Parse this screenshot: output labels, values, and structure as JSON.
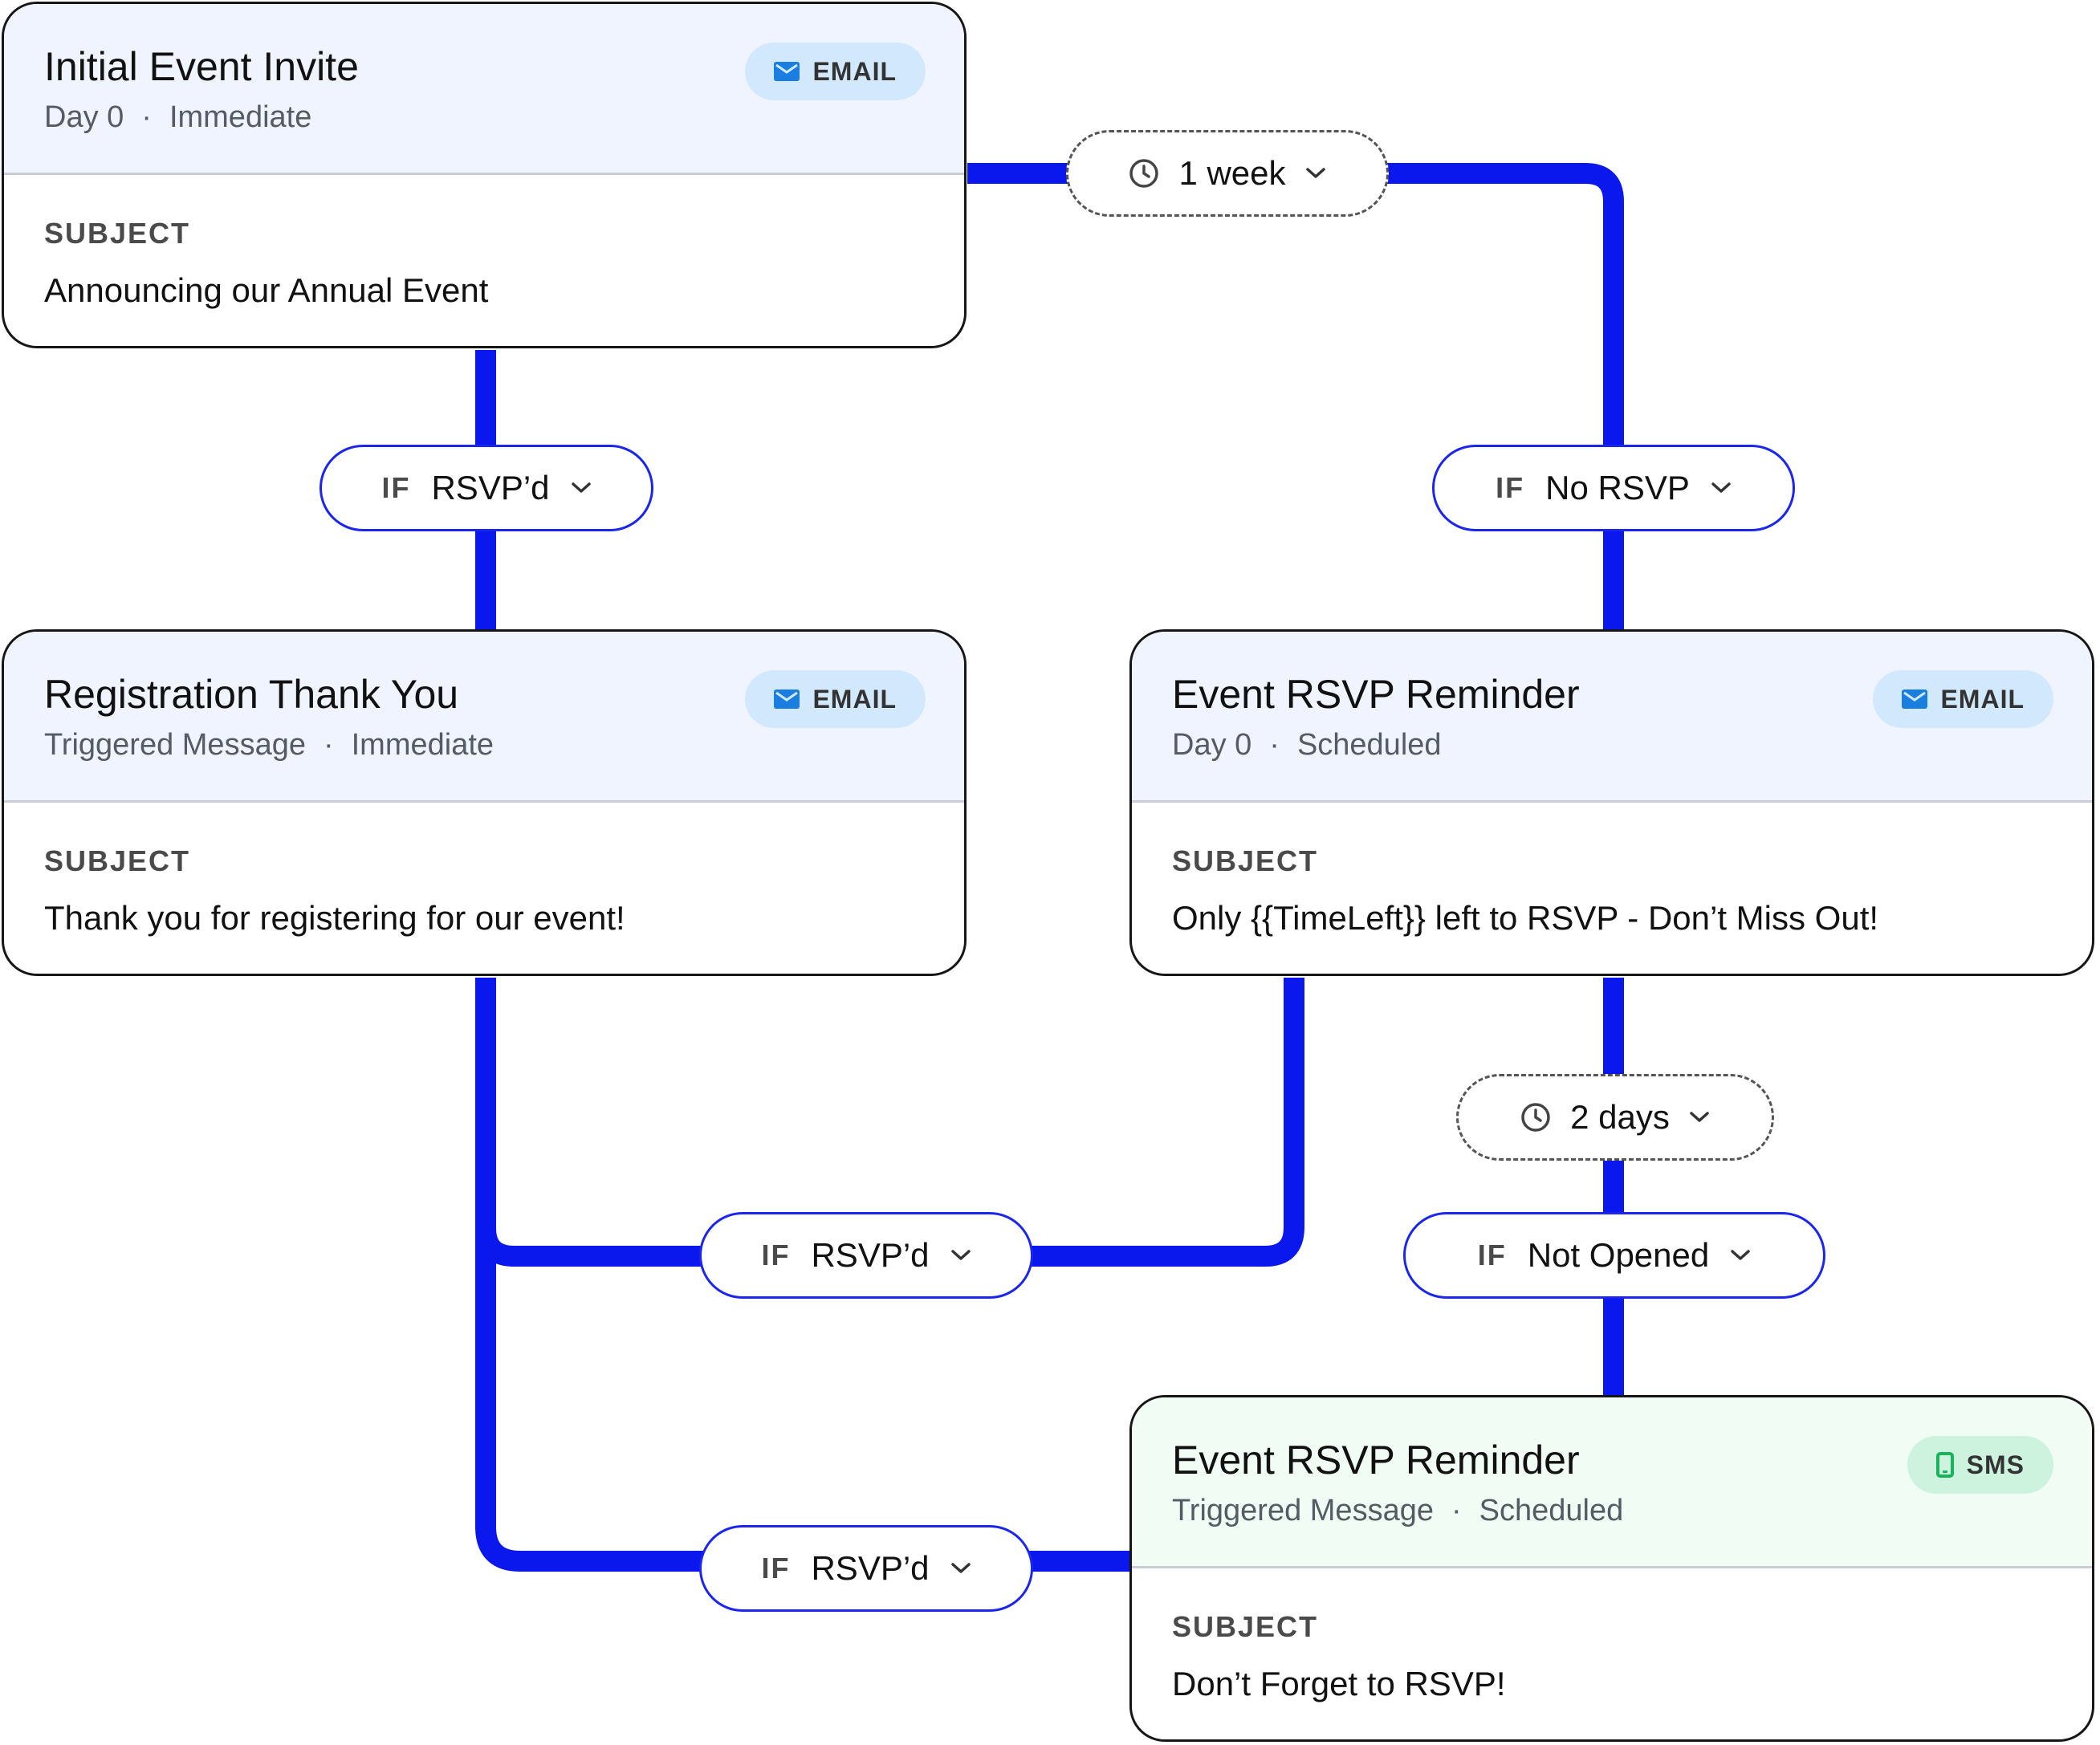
{
  "colors": {
    "connector": "#0a18ee",
    "card_border": "#161616",
    "email_header_bg": "#eff4ff",
    "sms_header_bg": "#f0fcf4",
    "email_badge_bg": "#d2e9fd",
    "sms_badge_bg": "#cdf3df",
    "email_icon": "#1a7ee0",
    "sms_icon": "#18b35a"
  },
  "cards": [
    {
      "title": "Initial Event Invite",
      "meta_left": "Day 0",
      "meta_right": "Immediate",
      "channel": "EMAIL",
      "channel_icon": "envelope-icon",
      "subject_label": "SUBJECT",
      "subject": "Announcing our Annual Event"
    },
    {
      "title": "Registration Thank You",
      "meta_left": "Triggered Message",
      "meta_right": "Immediate",
      "channel": "EMAIL",
      "channel_icon": "envelope-icon",
      "subject_label": "SUBJECT",
      "subject": "Thank you for registering for our event!"
    },
    {
      "title": "Event RSVP Reminder",
      "meta_left": "Day 0",
      "meta_right": "Scheduled",
      "channel": "EMAIL",
      "channel_icon": "envelope-icon",
      "subject_label": "SUBJECT",
      "subject": "Only {{TimeLeft}} left to RSVP - Don’t Miss Out!"
    },
    {
      "title": "Event RSVP Reminder",
      "meta_left": "Triggered Message",
      "meta_right": "Scheduled",
      "channel": "SMS",
      "channel_icon": "phone-icon",
      "subject_label": "SUBJECT",
      "subject": "Don’t Forget to RSVP!"
    }
  ],
  "conditions": [
    {
      "keyword": "IF",
      "value": "RSVP’d"
    },
    {
      "keyword": "IF",
      "value": "No RSVP"
    },
    {
      "keyword": "IF",
      "value": "RSVP’d"
    },
    {
      "keyword": "IF",
      "value": "Not Opened"
    },
    {
      "keyword": "IF",
      "value": "RSVP’d"
    }
  ],
  "delays": [
    {
      "value": "1 week",
      "icon": "clock-icon"
    },
    {
      "value": "2 days",
      "icon": "clock-icon"
    }
  ]
}
